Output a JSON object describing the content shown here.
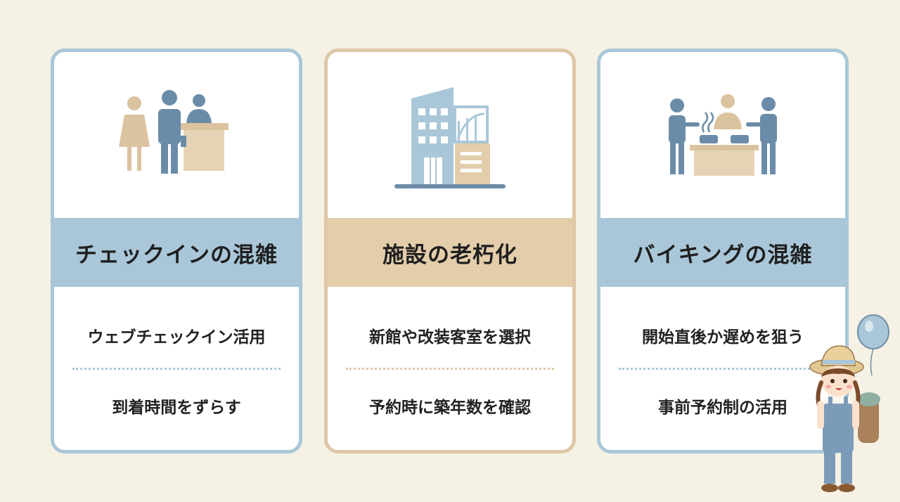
{
  "cards": [
    {
      "title": "チェックインの混雑",
      "tips": [
        "ウェブチェックイン活用",
        "到着時間をずらす"
      ],
      "icon": "check-in-counter-icon",
      "accent": "#a9c7d8"
    },
    {
      "title": "施設の老朽化",
      "tips": [
        "新館や改装客室を選択",
        "予約時に築年数を確認"
      ],
      "icon": "hotel-building-icon",
      "accent": "#dfc7a6"
    },
    {
      "title": "バイキングの混雑",
      "tips": [
        "開始直後か遅めを狙う",
        "事前予約制の活用"
      ],
      "icon": "buffet-icon",
      "accent": "#a9c7d8"
    }
  ],
  "colors": {
    "background": "#f5f1e4",
    "blue": "#a9c7d8",
    "tan": "#dfc7a6",
    "icon_blue": "#6b8ca8",
    "icon_tan": "#dcc3a0"
  },
  "mascot": "traveler-girl-with-balloon-icon"
}
